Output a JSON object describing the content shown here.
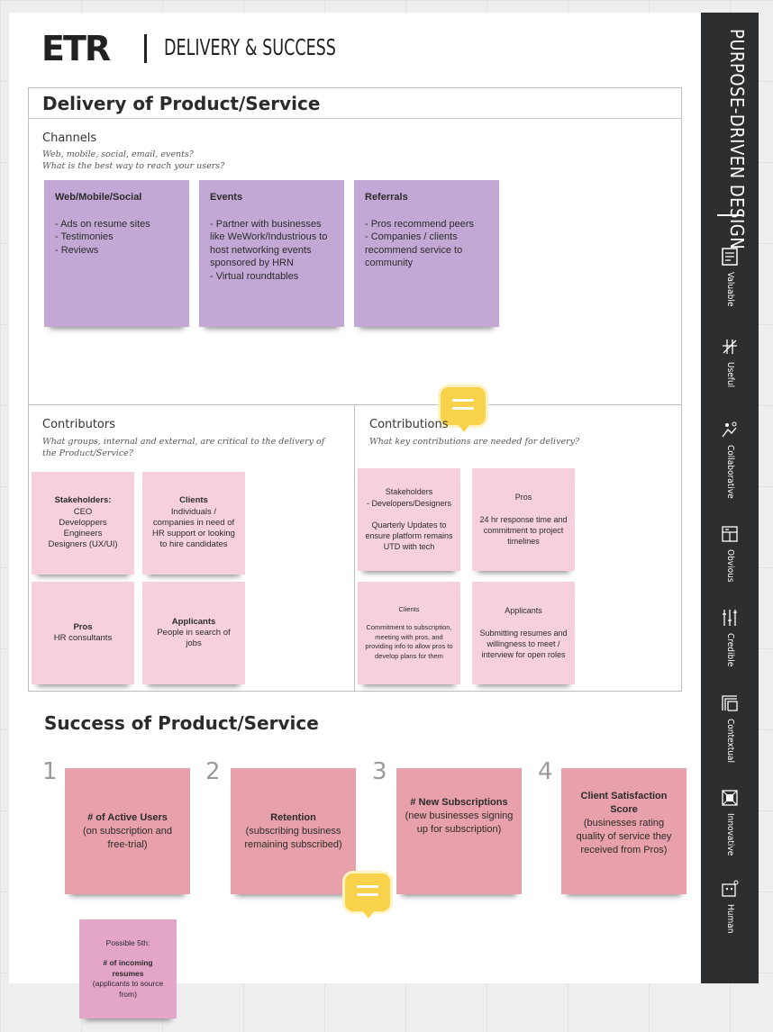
{
  "header": {
    "logo": "ETR",
    "subtitle": "DELIVERY & SUCCESS"
  },
  "delivery": {
    "title": "Delivery of Product/Service",
    "channels": {
      "label": "Channels",
      "hint1": "Web, mobile, social, email, events?",
      "hint2": "What is the best way to reach your users?",
      "notes": [
        {
          "title": "Web/Mobile/Social",
          "lines": [
            "- Ads on resume sites",
            "- Testimonies",
            "- Reviews"
          ]
        },
        {
          "title": "Events",
          "lines": [
            "- Partner with businesses like WeWork/Industrious to host networking events sponsored by HRN",
            "- Virtual roundtables"
          ]
        },
        {
          "title": "Referrals",
          "lines": [
            "- Pros recommend peers",
            "- Companies / clients recommend service to community"
          ]
        }
      ]
    },
    "contributors": {
      "label": "Contributors",
      "hint": "What groups, internal and external, are critical to the delivery of the Product/Service?",
      "notes": [
        {
          "title": "Stakeholders:",
          "lines": [
            "CEO",
            "Developpers",
            "Engineers",
            "Designers (UX/UI)"
          ]
        },
        {
          "title": "Clients",
          "lines": [
            "Individuals / companies in need of HR support or looking to hire candidates"
          ]
        },
        {
          "title": "Pros",
          "lines": [
            "HR consultants"
          ]
        },
        {
          "title": "Applicants",
          "lines": [
            "People in search of jobs"
          ]
        }
      ]
    },
    "contributions": {
      "label": "Contributions",
      "hint": "What key contributions are needed for delivery?",
      "notes": [
        {
          "title": "Stakeholders",
          "lines": [
            "- Developers/Designers",
            "",
            "Quarterly Updates to ensure platform remains UTD with tech"
          ]
        },
        {
          "title": "Pros",
          "lines": [
            "",
            "24 hr response time and commitment to project timelines"
          ]
        },
        {
          "title": "Clients",
          "lines": [
            "",
            "Commitment to subscription, meeting with pros, and providing info to allow pros to develop plans for them"
          ]
        },
        {
          "title": "Applicants",
          "lines": [
            "",
            "Submitting resumes and willingness to meet / interview for open roles"
          ]
        }
      ]
    }
  },
  "success": {
    "title": "Success of Product/Service",
    "numbers": [
      "1",
      "2",
      "3",
      "4"
    ],
    "notes": [
      {
        "title": "# of Active Users",
        "body": "(on subscription and free-trial)"
      },
      {
        "title": "Retention",
        "body": "(subscribing business remaining subscribed)"
      },
      {
        "title": "# New Subscriptions",
        "body": "(new businesses signing up for subscription)"
      },
      {
        "title": "Client Satisfaction Score",
        "body": "(businesses rating quality of service they received from Pros)"
      }
    ],
    "fifth": {
      "pre": "Possible 5th:",
      "title": "# of incoming resumes",
      "body": "(applicants to source from)"
    }
  },
  "sidebar": {
    "title": "PURPOSE-DRIVEN DESIGN",
    "items": [
      {
        "label": "Valuable",
        "icon": "document-icon"
      },
      {
        "label": "Useful",
        "icon": "tools-icon"
      },
      {
        "label": "Collaborative",
        "icon": "people-icon"
      },
      {
        "label": "Obvious",
        "icon": "layout-icon"
      },
      {
        "label": "Credible",
        "icon": "sliders-icon"
      },
      {
        "label": "Contextual",
        "icon": "layers-icon"
      },
      {
        "label": "Innovative",
        "icon": "cube-icon"
      },
      {
        "label": "Human",
        "icon": "person-icon"
      }
    ]
  },
  "colors": {
    "purple_note": "#c3a8d6",
    "pink_note": "#f6d1dc",
    "rose_note": "#e8a0aa",
    "magenta_note": "#e3a5c8",
    "comment": "#f7d24a",
    "sidebar": "#2d2e30"
  }
}
